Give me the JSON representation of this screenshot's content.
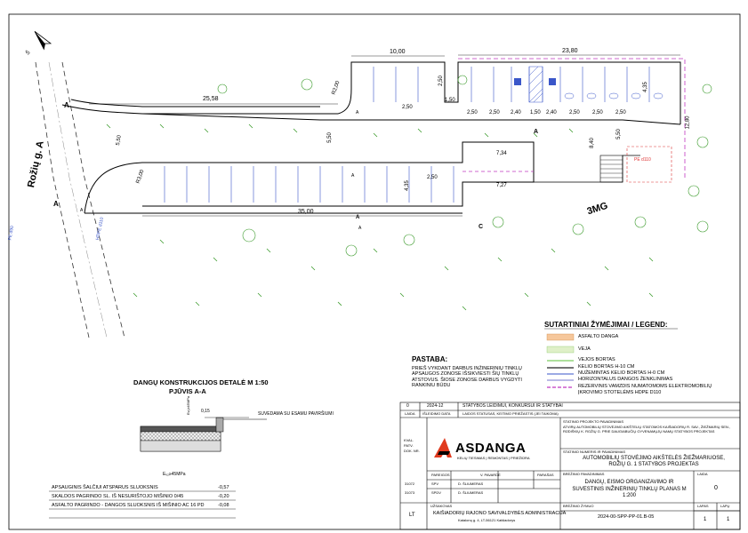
{
  "plan": {
    "street_name": "Rožių g. A",
    "label_3mg": "3MG",
    "dimensions": {
      "d_10_00": "10,00",
      "d_23_80": "23,80",
      "d_25_58": "25,58",
      "d_2_50_a": "2,50",
      "d_2_50_b": "2,50",
      "d_2_50_c": "2,50",
      "d_2_50_d": "2,50",
      "d_2_50_e": "2,50",
      "d_2_50_f": "2,50",
      "d_2_50_g": "2,50",
      "d_2_50_h": "2,50",
      "d_1_50_a": "1,50",
      "d_1_50_b": "1,50",
      "d_2_40_a": "2,40",
      "d_2_40_b": "2,40",
      "d_4_35_a": "4,35",
      "d_4_35_b": "4,35",
      "d_5_50_a": "5,50",
      "d_5_50_b": "5,50",
      "d_5_50_c": "5,50",
      "d_7_34": "7,34",
      "d_7_27": "7,27",
      "d_35_00": "35,00",
      "d_8_40": "8,40",
      "d_12_80": "12,80",
      "d_r2_00": "R2,00",
      "d_r3_00": "R3,00"
    },
    "section_marks": {
      "a1": "A",
      "a2": "A",
      "a3": "A",
      "a4": "A",
      "c1": "C",
      "sa1": "A",
      "sa2": "A",
      "sa3": "A",
      "sa4": "A"
    },
    "utility_labels": {
      "pe_left": "PE d90",
      "pe_right": "PE d110",
      "hdpe": "HDPE d110"
    },
    "north_label": "Š"
  },
  "legend": {
    "title": "SUTARTINIAI ŽYMĖJIMAI / LEGEND:",
    "items": [
      {
        "label": "ASFALTO DANGA",
        "color": "#f6c79b"
      },
      {
        "label": "VEJA",
        "color": "#dff0c8"
      },
      {
        "label": "VEJOS BORTAS",
        "color": "#5bbf3a"
      },
      {
        "label": "KELIO BORTAS H-10 CM",
        "color": "#222222"
      },
      {
        "label": "NUŽEMINTAS KELIO BORTAS H-0 CM",
        "color": "#3a56c9"
      },
      {
        "label": "HORIZONTALUS DANGOS ŽENKLINIMAS",
        "color": "#7777cc"
      },
      {
        "label": "REZERVINIS VAMZDIS NUMATOMOMS ELEKTROMOBILIŲ ĮKROVIMO STOTELĖMS HDPE D110",
        "color": "#c037c0"
      }
    ]
  },
  "note": {
    "title": "PASTABA:",
    "text": "PRIEŠ VYKDANT DARBUS INŽINERINIŲ TINKLŲ APSAUGOS ZONOSE IŠSIKVIESTI ŠIŲ TINKLŲ ATSTOVUS. ŠIOSE ZONOSE DARBUS VYGDYTI RANKINIU BŪDU"
  },
  "detail": {
    "title": "DANGŲ KONSTRUKCIJOS DETALĖ M 1:50",
    "subtitle": "PJŪVIS A-A",
    "dim_015": "0,15",
    "surface_note": "SUVEDAMA SU ESAMU PAVIRŠIUMI",
    "ev_top": "Ev₂≥45MPa",
    "ev_bottom": "Eᵥ₂≥45MPa",
    "layers": [
      {
        "label": "APSAUGINIS ŠALČIUI ATSPARUS SLUOKSNIS",
        "value": "-0,57"
      },
      {
        "label": "SKALDOS PAGRINDO SL. IŠ NESURIŠTOJO MIŠINIO 0/45",
        "value": "-0,20"
      },
      {
        "label": "ASFALTO PAGRINDO - DANGOS SLUOKSNIS IŠ MIŠINIO AC 16 PD",
        "value": "-0,08"
      }
    ]
  },
  "title_block": {
    "rev_no": "0",
    "rev_date": "2024-12",
    "rev_desc": "STATYBOS LEIDIMUI, KONKURSUI IR STATYBAI",
    "col_laida": "LAIDA",
    "col_date": "IŠLEIDIMO DATA",
    "col_desc": "LAIDOS STATUSAS, KEITIMO PRIEŽASTIS (JEI TAIKOMA)",
    "left_labels": [
      "KVAL.",
      "PATV.",
      "DOK. NR."
    ],
    "company": "ASDANGA",
    "company_tag": "KELIŲ TIESIMAS | REMONTAS | PRIEŽIŪRA",
    "object_label": "STATINIO PROJEKTO PAVADINIMAS",
    "object_text": "ATVIRŲ AUTOMOBILIŲ STOVĖJIMO AIKŠTELIŲ STATOMOS KAIŠIADORIŲ R. SAV., ŽIEŽMARIŲ SEN., RŪDIŠKIŲ K. ROŽIŲ G. PRIE DAUGIABUČIŲ GYVENAMŲJŲ NAMŲ STATYBOS PROJEKTAS",
    "part_label": "STATINIO NUMERIS IR PAVADINIMAS",
    "part_text": "AUTOMOBILIŲ STOVĖJIMO AIKŠTELĖS ŽIEŽMARIUOSE, ROŽIŲ G. 1 STATYBOS PROJEKTAS",
    "drawing_label": "BRĖŽINIO PAVADINIMAS",
    "drawing_text": "DANGŲ, EISMO ORGANIZAVIMO IR SUVESTINIS INŽINERINIŲ TINKLŲ PLANAS M 1:200",
    "laida_label": "LAIDA",
    "laida_value": "0",
    "roles_header": [
      "PAREIGOS",
      "V. PAVARDĖ",
      "PARAŠAS"
    ],
    "roles": [
      {
        "id": "31072",
        "role": "SPV",
        "name": "D. ŠLIUMERAS"
      },
      {
        "id": "31073",
        "role": "SPDV",
        "name": "D. ŠLIUMERAS"
      }
    ],
    "client_label": "UŽSAKOVAS",
    "client_text": "KAIŠIADORIŲ RAJONO SAVIVALDYBĖS ADMINISTRACIJA",
    "client_addr": "Katalonų g. 4, LT-56121 Kaišiadorys",
    "lang": "LT",
    "code_label": "BRĖŽINIO ŽYMUO",
    "code": "2024-00-SPP-PP-01.B-05",
    "sheet_label": "LAPAS",
    "sheet_value": "1",
    "sheets_label": "LAPŲ",
    "sheets_value": "1"
  }
}
